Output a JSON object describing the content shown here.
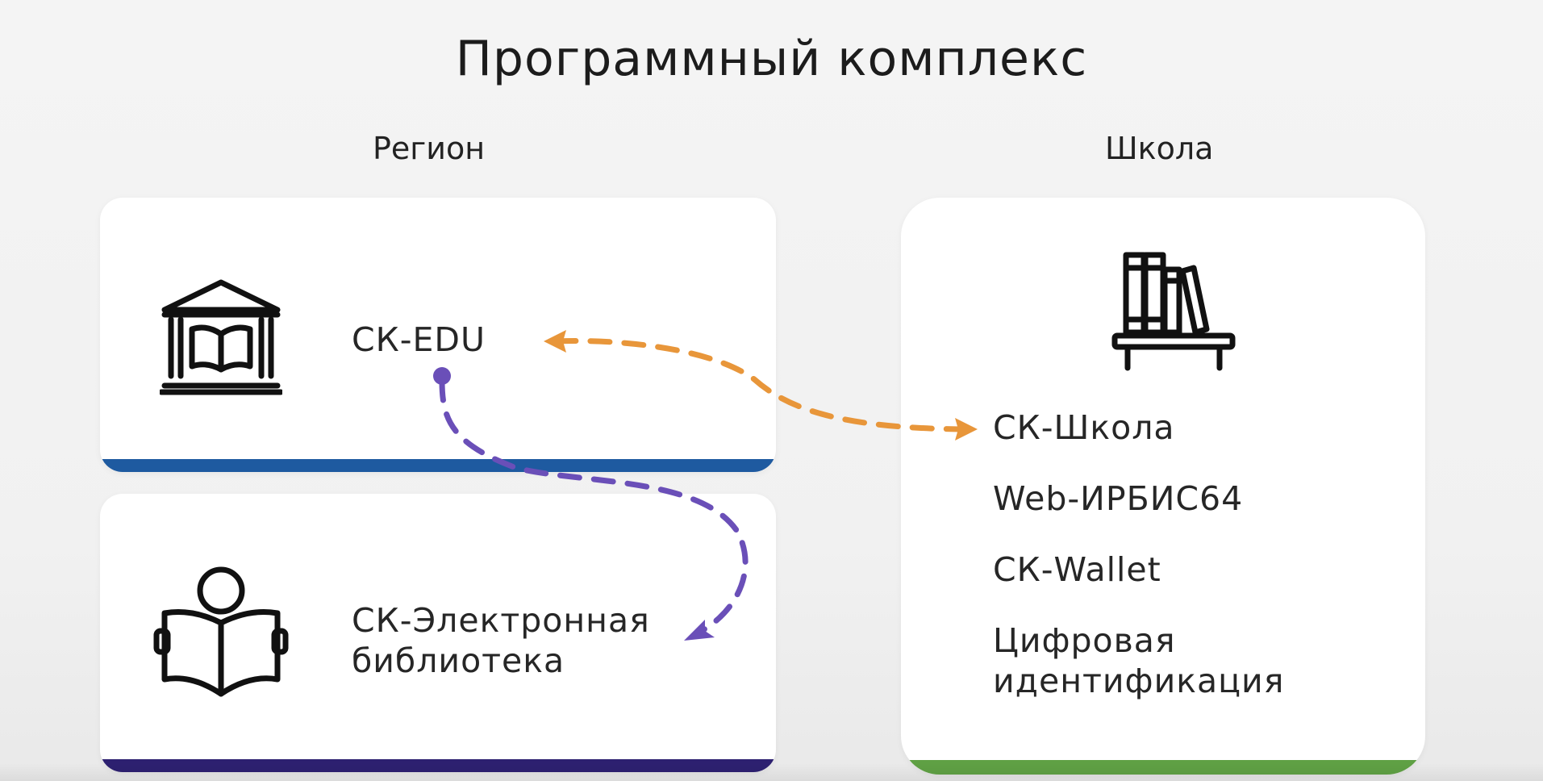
{
  "title": "Программный комплекс",
  "columns": {
    "region": "Регион",
    "school": "Школа"
  },
  "region_cards": [
    {
      "label": "СК-EDU",
      "icon": "museum-book-icon",
      "bar_color": "#1e5aa0"
    },
    {
      "label": "СК-Электронная библиотека",
      "icon": "reader-icon",
      "bar_color": "#2d2070"
    }
  ],
  "school_card": {
    "icon": "bookshelf-icon",
    "bar_color": "#5fa044",
    "items": [
      "СК-Школа",
      "Web-ИРБИС64",
      "СК-Wallet",
      "Цифровая идентификация"
    ]
  },
  "connections": [
    {
      "from": "СК-Школа",
      "to": "СК-EDU",
      "style": "dashed",
      "direction": "both",
      "color": "#e8963a"
    },
    {
      "from": "СК-EDU",
      "to": "СК-Электронная библиотека",
      "style": "dashed",
      "direction": "forward",
      "color": "#6a4fb8"
    }
  ]
}
